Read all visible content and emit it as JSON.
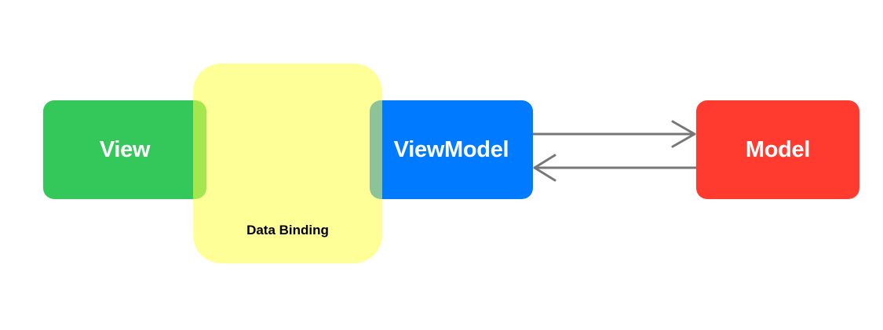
{
  "diagram": {
    "nodes": {
      "view": {
        "label": "View",
        "color": "#34C759"
      },
      "viewmodel": {
        "label": "ViewModel",
        "color": "#007AFF"
      },
      "model": {
        "label": "Model",
        "color": "#FF3B30"
      }
    },
    "binding": {
      "label": "Data Binding",
      "color": "#FFFF44"
    },
    "edges": [
      {
        "from": "viewmodel",
        "to": "model",
        "direction": "forward"
      },
      {
        "from": "model",
        "to": "viewmodel",
        "direction": "backward"
      }
    ],
    "arrow_color": "#777777"
  }
}
